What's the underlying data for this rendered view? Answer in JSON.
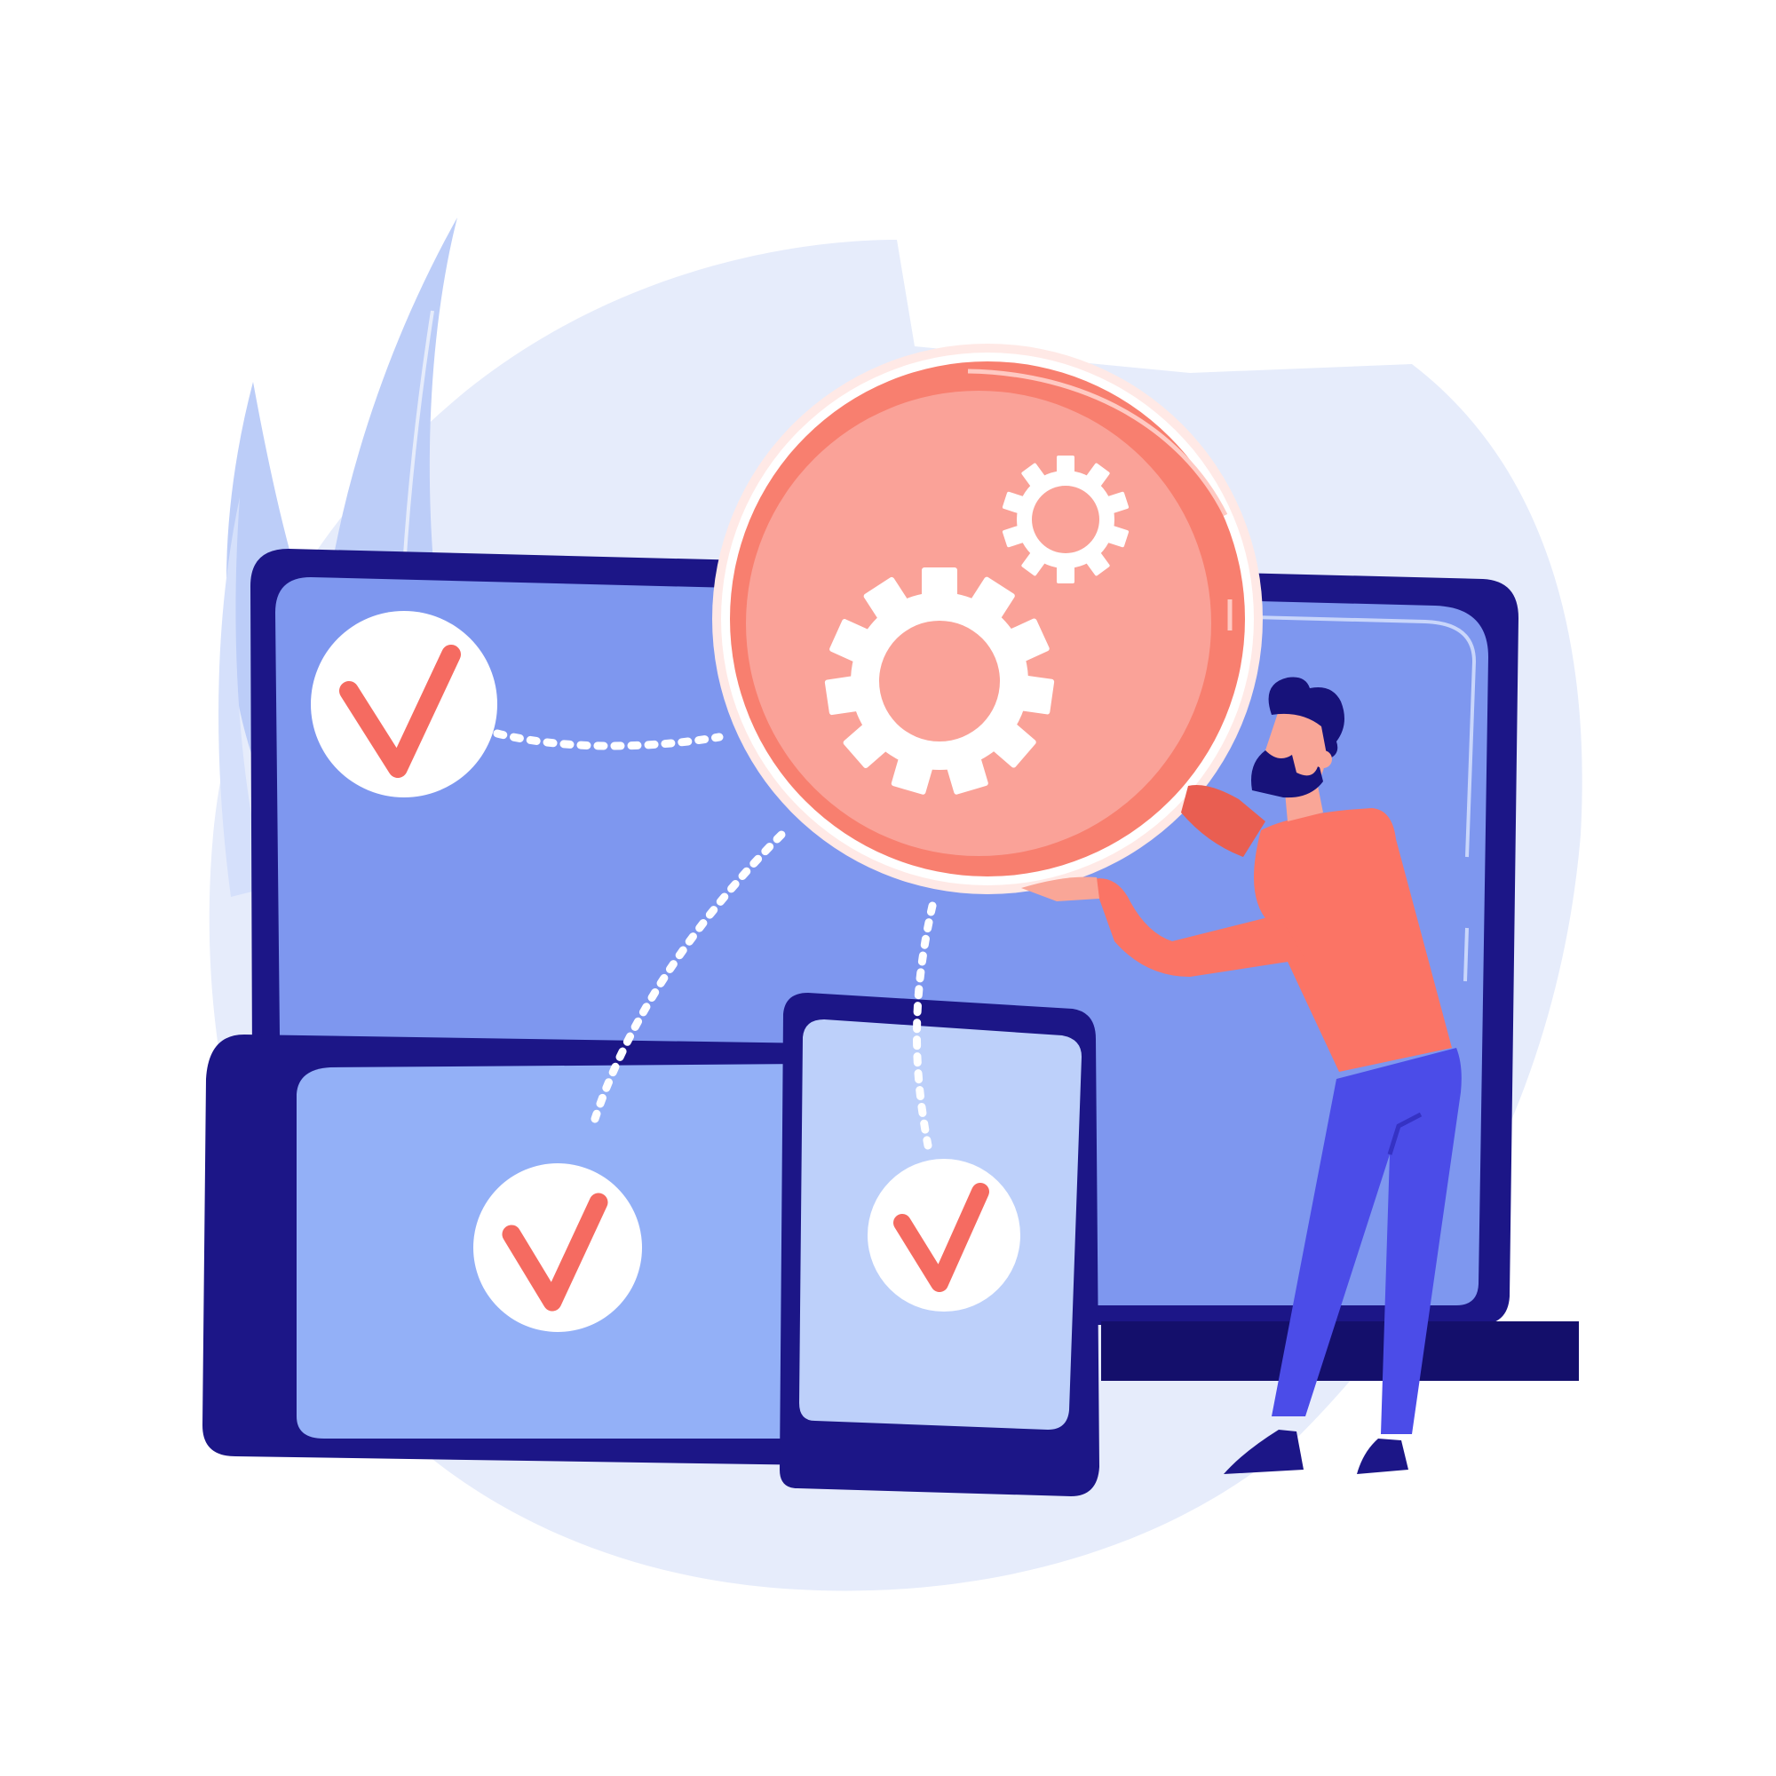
{
  "illustration": {
    "palette": {
      "background": "#ffffff",
      "blob": "#e6ecfb",
      "leaf_dark": "#bccdf8",
      "leaf_light": "#d5e0fb",
      "device_frame": "#1c1687",
      "device_frame_dark": "#140f6b",
      "monitor_screen": "#7e97ef",
      "tablet_screen": "#93b0f7",
      "phone_screen": "#bdd0fa",
      "gear_circle": "#f87f6f",
      "gear_circle_light": "#faa298",
      "check": "#f56b61",
      "shirt": "#fb7465",
      "pants": "#4b4ce8",
      "skin": "#f9a697",
      "hair": "#17127a",
      "white": "#ffffff"
    },
    "devices": [
      {
        "kind": "monitor",
        "check_icon": "check-mark-icon"
      },
      {
        "kind": "tablet",
        "check_icon": "check-mark-icon"
      },
      {
        "kind": "phone",
        "check_icon": "check-mark-icon"
      }
    ],
    "settings_icon": "gears-icon"
  }
}
